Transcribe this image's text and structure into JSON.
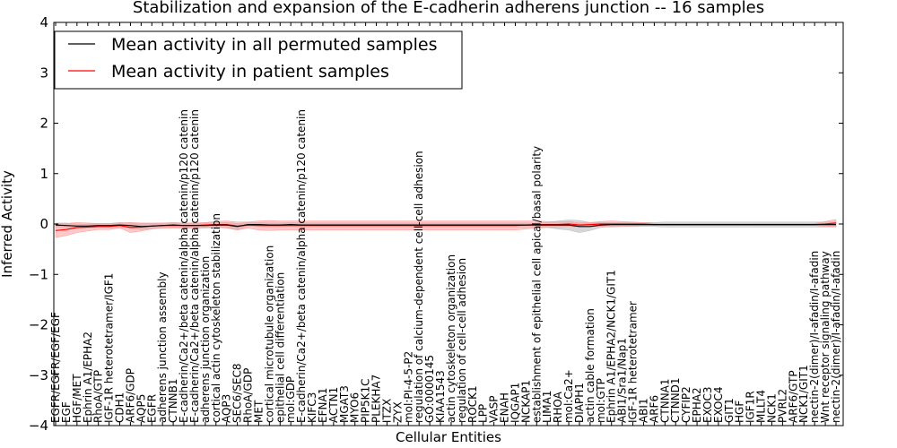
{
  "chart_data": {
    "type": "line",
    "title": "Stabilization and expansion of the E-cadherin adherens junction -- 16 samples",
    "xlabel": "Cellular Entities",
    "ylabel": "Inferred Activity",
    "ylim": [
      -4,
      4
    ],
    "yticks": [
      -4,
      -3,
      -2,
      -1,
      0,
      1,
      2,
      3,
      4
    ],
    "ytick_labels": [
      "−4",
      "−3",
      "−2",
      "−1",
      "0",
      "1",
      "2",
      "3",
      "4"
    ],
    "grid": false,
    "legend_position": "top-left",
    "categories": [
      "EGFR/EGFR/EGF/EGF",
      "EGF",
      "HGF/MET",
      "Ephrin A1/EPHA2",
      "RhoA/GTP",
      "IGF-1R heterotetramer/IGF1",
      "CDH1",
      "ARF6/GDP",
      "AQP5",
      "EGFR",
      "adherens junction assembly",
      "CTNNB1",
      "E-cadherin/Ca2+/beta catenin/alpha catenin/p120 catenin",
      "E-cadherin/Ca2+/beta catenin/alpha catenin/p120 catenin",
      "adherens junction organization",
      "cortical actin cytoskeleton stabilization",
      "AQP3",
      "SEC6/SEC8",
      "RhoA/GDP",
      "MET",
      "cortical microtubule organization",
      "epithelial cell differentiation",
      "mol:GDP",
      "E-cadherin/Ca2+/beta catenin/alpha catenin/p120 catenin",
      "KIFC3",
      "EFNA1",
      "ACTN1",
      "MGAT3",
      "MYO6",
      "PIP5K1C",
      "PLEKHA7",
      "ITZX",
      "ZYX",
      "mol:PI-4-5-P2",
      "regulation of calcium-dependent cell-cell adhesion",
      "GO:0000145",
      "KIAA1543",
      "actin cytoskeleton organization",
      "regulation of cell-cell adhesion",
      "ROCK1",
      "LPP",
      "VASP",
      "ENAH",
      "IQGAP1",
      "NCKAP1",
      "establishment of epithelial cell apical/basal polarity",
      "LIMA1",
      "RHOA",
      "mol:Ca2+",
      "DIAPH1",
      "actin cable formation",
      "mol:GTP",
      "Ephrin A1/EPHA2/NCK1/GIT1",
      "ABI1/Sra1/Nap1",
      "IGF-1R heterotetramer",
      "ABI1",
      "ARF6",
      "CTNNA1",
      "CTNND1",
      "CYFIP2",
      "EPHA2",
      "EXOC3",
      "EXOC4",
      "GIT1",
      "HGF",
      "IGF1R",
      "MLLT4",
      "NCK1",
      "PVRL2",
      "ARF6/GTP",
      "NCK1/GIT1",
      "nectin-2(dimer)/I-afadin/I-afadin",
      "Wnt receptor signaling pathway",
      "nectin-2(dimer)/I-afadin/I-afadin"
    ],
    "series": [
      {
        "name": "Mean activity in all permuted samples",
        "color": "#000000",
        "band_color": "#bdbdbd",
        "values": [
          -0.02,
          -0.03,
          -0.04,
          -0.04,
          -0.03,
          -0.03,
          -0.02,
          -0.03,
          -0.05,
          -0.04,
          -0.03,
          -0.02,
          -0.03,
          -0.03,
          -0.03,
          -0.02,
          -0.02,
          -0.05,
          -0.01,
          -0.01,
          -0.02,
          -0.02,
          -0.01,
          -0.02,
          -0.02,
          -0.02,
          -0.02,
          -0.02,
          -0.02,
          -0.02,
          -0.02,
          -0.02,
          -0.02,
          -0.02,
          -0.02,
          -0.02,
          -0.02,
          -0.02,
          -0.02,
          -0.02,
          -0.02,
          -0.02,
          -0.02,
          -0.02,
          -0.02,
          -0.02,
          -0.02,
          -0.02,
          -0.02,
          -0.05,
          -0.05,
          -0.02,
          -0.01,
          -0.01,
          -0.01,
          -0.01,
          -0.01,
          -0.01,
          -0.01,
          -0.01,
          -0.01,
          -0.01,
          -0.01,
          -0.01,
          -0.01,
          -0.01,
          -0.01,
          -0.01,
          -0.01,
          -0.01,
          -0.01,
          -0.01,
          -0.01,
          -0.01
        ],
        "spread": [
          0.04,
          0.05,
          0.04,
          0.04,
          0.04,
          0.04,
          0.05,
          0.05,
          0.06,
          0.05,
          0.05,
          0.05,
          0.05,
          0.05,
          0.05,
          0.05,
          0.05,
          0.06,
          0.04,
          0.04,
          0.04,
          0.04,
          0.04,
          0.04,
          0.04,
          0.04,
          0.04,
          0.04,
          0.04,
          0.04,
          0.04,
          0.04,
          0.04,
          0.04,
          0.04,
          0.04,
          0.04,
          0.04,
          0.04,
          0.04,
          0.04,
          0.04,
          0.04,
          0.04,
          0.04,
          0.04,
          0.05,
          0.08,
          0.1,
          0.12,
          0.08,
          0.05,
          0.04,
          0.04,
          0.04,
          0.04,
          0.04,
          0.05,
          0.05,
          0.05,
          0.05,
          0.05,
          0.05,
          0.05,
          0.05,
          0.05,
          0.05,
          0.05,
          0.05,
          0.05,
          0.05,
          0.05,
          0.05,
          0.05
        ]
      },
      {
        "name": "Mean activity in patient samples",
        "color": "#ff0000",
        "band_color": "#ff9a9a",
        "values": [
          -0.13,
          -0.11,
          -0.07,
          -0.06,
          -0.05,
          -0.05,
          -0.03,
          -0.07,
          -0.06,
          -0.04,
          -0.03,
          -0.03,
          -0.03,
          -0.03,
          -0.02,
          -0.01,
          -0.01,
          -0.04,
          -0.02,
          -0.03,
          -0.03,
          -0.03,
          -0.03,
          -0.03,
          -0.03,
          -0.03,
          -0.03,
          -0.03,
          -0.03,
          -0.03,
          -0.03,
          -0.03,
          -0.03,
          -0.03,
          -0.03,
          -0.03,
          -0.03,
          -0.03,
          -0.03,
          -0.03,
          -0.03,
          -0.03,
          -0.03,
          -0.03,
          -0.02,
          -0.01,
          -0.01,
          -0.01,
          0.0,
          -0.02,
          -0.01,
          0.0,
          0.0,
          0.0,
          0.0,
          0.0,
          -0.01,
          -0.01,
          -0.01,
          -0.01,
          -0.01,
          -0.01,
          -0.01,
          -0.01,
          -0.01,
          -0.01,
          -0.01,
          -0.01,
          -0.01,
          -0.01,
          -0.01,
          -0.01,
          0.0,
          0.02
        ],
        "spread": [
          0.14,
          0.12,
          0.1,
          0.08,
          0.06,
          0.06,
          0.05,
          0.1,
          0.08,
          0.06,
          0.05,
          0.05,
          0.05,
          0.05,
          0.05,
          0.06,
          0.07,
          0.08,
          0.06,
          0.09,
          0.1,
          0.09,
          0.09,
          0.09,
          0.09,
          0.09,
          0.09,
          0.09,
          0.09,
          0.09,
          0.09,
          0.09,
          0.09,
          0.09,
          0.09,
          0.09,
          0.09,
          0.09,
          0.09,
          0.09,
          0.09,
          0.09,
          0.09,
          0.09,
          0.08,
          0.07,
          0.06,
          0.05,
          0.05,
          0.04,
          0.04,
          0.05,
          0.06,
          0.05,
          0.04,
          0.03,
          0.02,
          0.02,
          0.02,
          0.02,
          0.02,
          0.02,
          0.02,
          0.02,
          0.02,
          0.02,
          0.02,
          0.02,
          0.02,
          0.02,
          0.02,
          0.02,
          0.05,
          0.07
        ]
      }
    ]
  }
}
